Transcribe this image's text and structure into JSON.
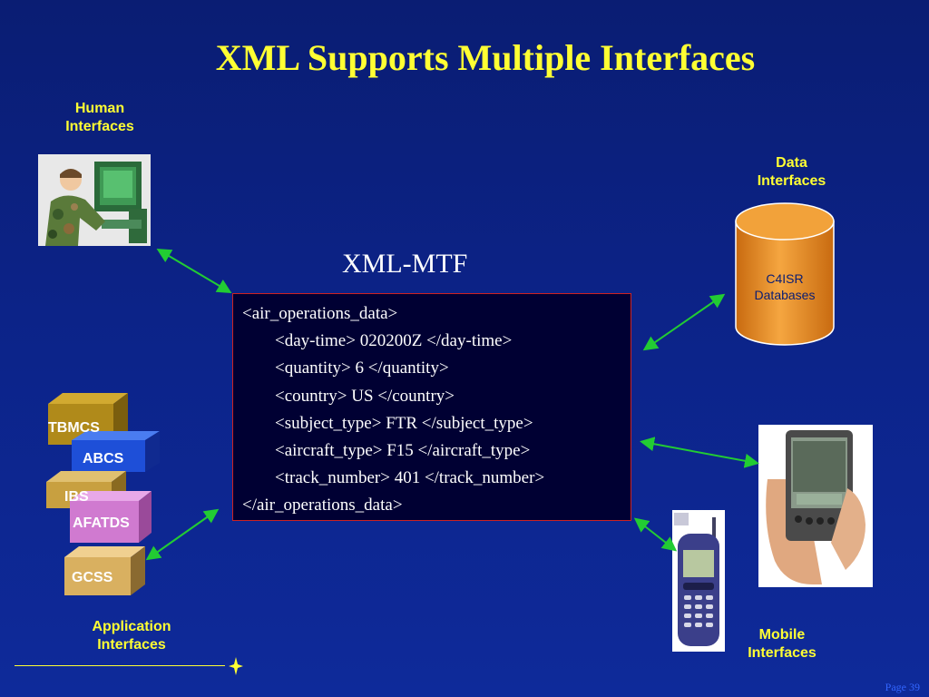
{
  "slide": {
    "title": "XML Supports Multiple Interfaces",
    "page_number": "Page 39"
  },
  "labels": {
    "human_line1": "Human",
    "human_line2": "Interfaces",
    "data_line1": "Data",
    "data_line2": "Interfaces",
    "app_line1": "Application",
    "app_line2": "Interfaces",
    "mobile_line1": "Mobile",
    "mobile_line2": "Interfaces"
  },
  "xml": {
    "heading": "XML-MTF",
    "lines": [
      "<air_operations_data>",
      "<day-time> 020200Z </day-time>",
      "<quantity> 6 </quantity>",
      "<country> US </country>",
      "<subject_type> FTR </subject_type>",
      "<aircraft_type> F15 </aircraft_type>",
      "<track_number> 401 </track_number>",
      "</air_operations_data>"
    ]
  },
  "database": {
    "line1": "C4ISR",
    "line2": "Databases"
  },
  "applications": [
    "TBMCS",
    "ABCS",
    "IBS",
    "AFATDS",
    "GCSS"
  ],
  "colors": {
    "background": "#0c2388",
    "title": "#ffff33",
    "arrow": "#22cc33",
    "code_border": "#cc2222",
    "code_bg": "#000033",
    "cylinder": "#e68a1f",
    "block_gold": "#b08a1a",
    "block_blue": "#1e4fd8",
    "block_tan": "#c8a040",
    "block_pink": "#d07ad0",
    "block_wheat": "#d9b060"
  }
}
